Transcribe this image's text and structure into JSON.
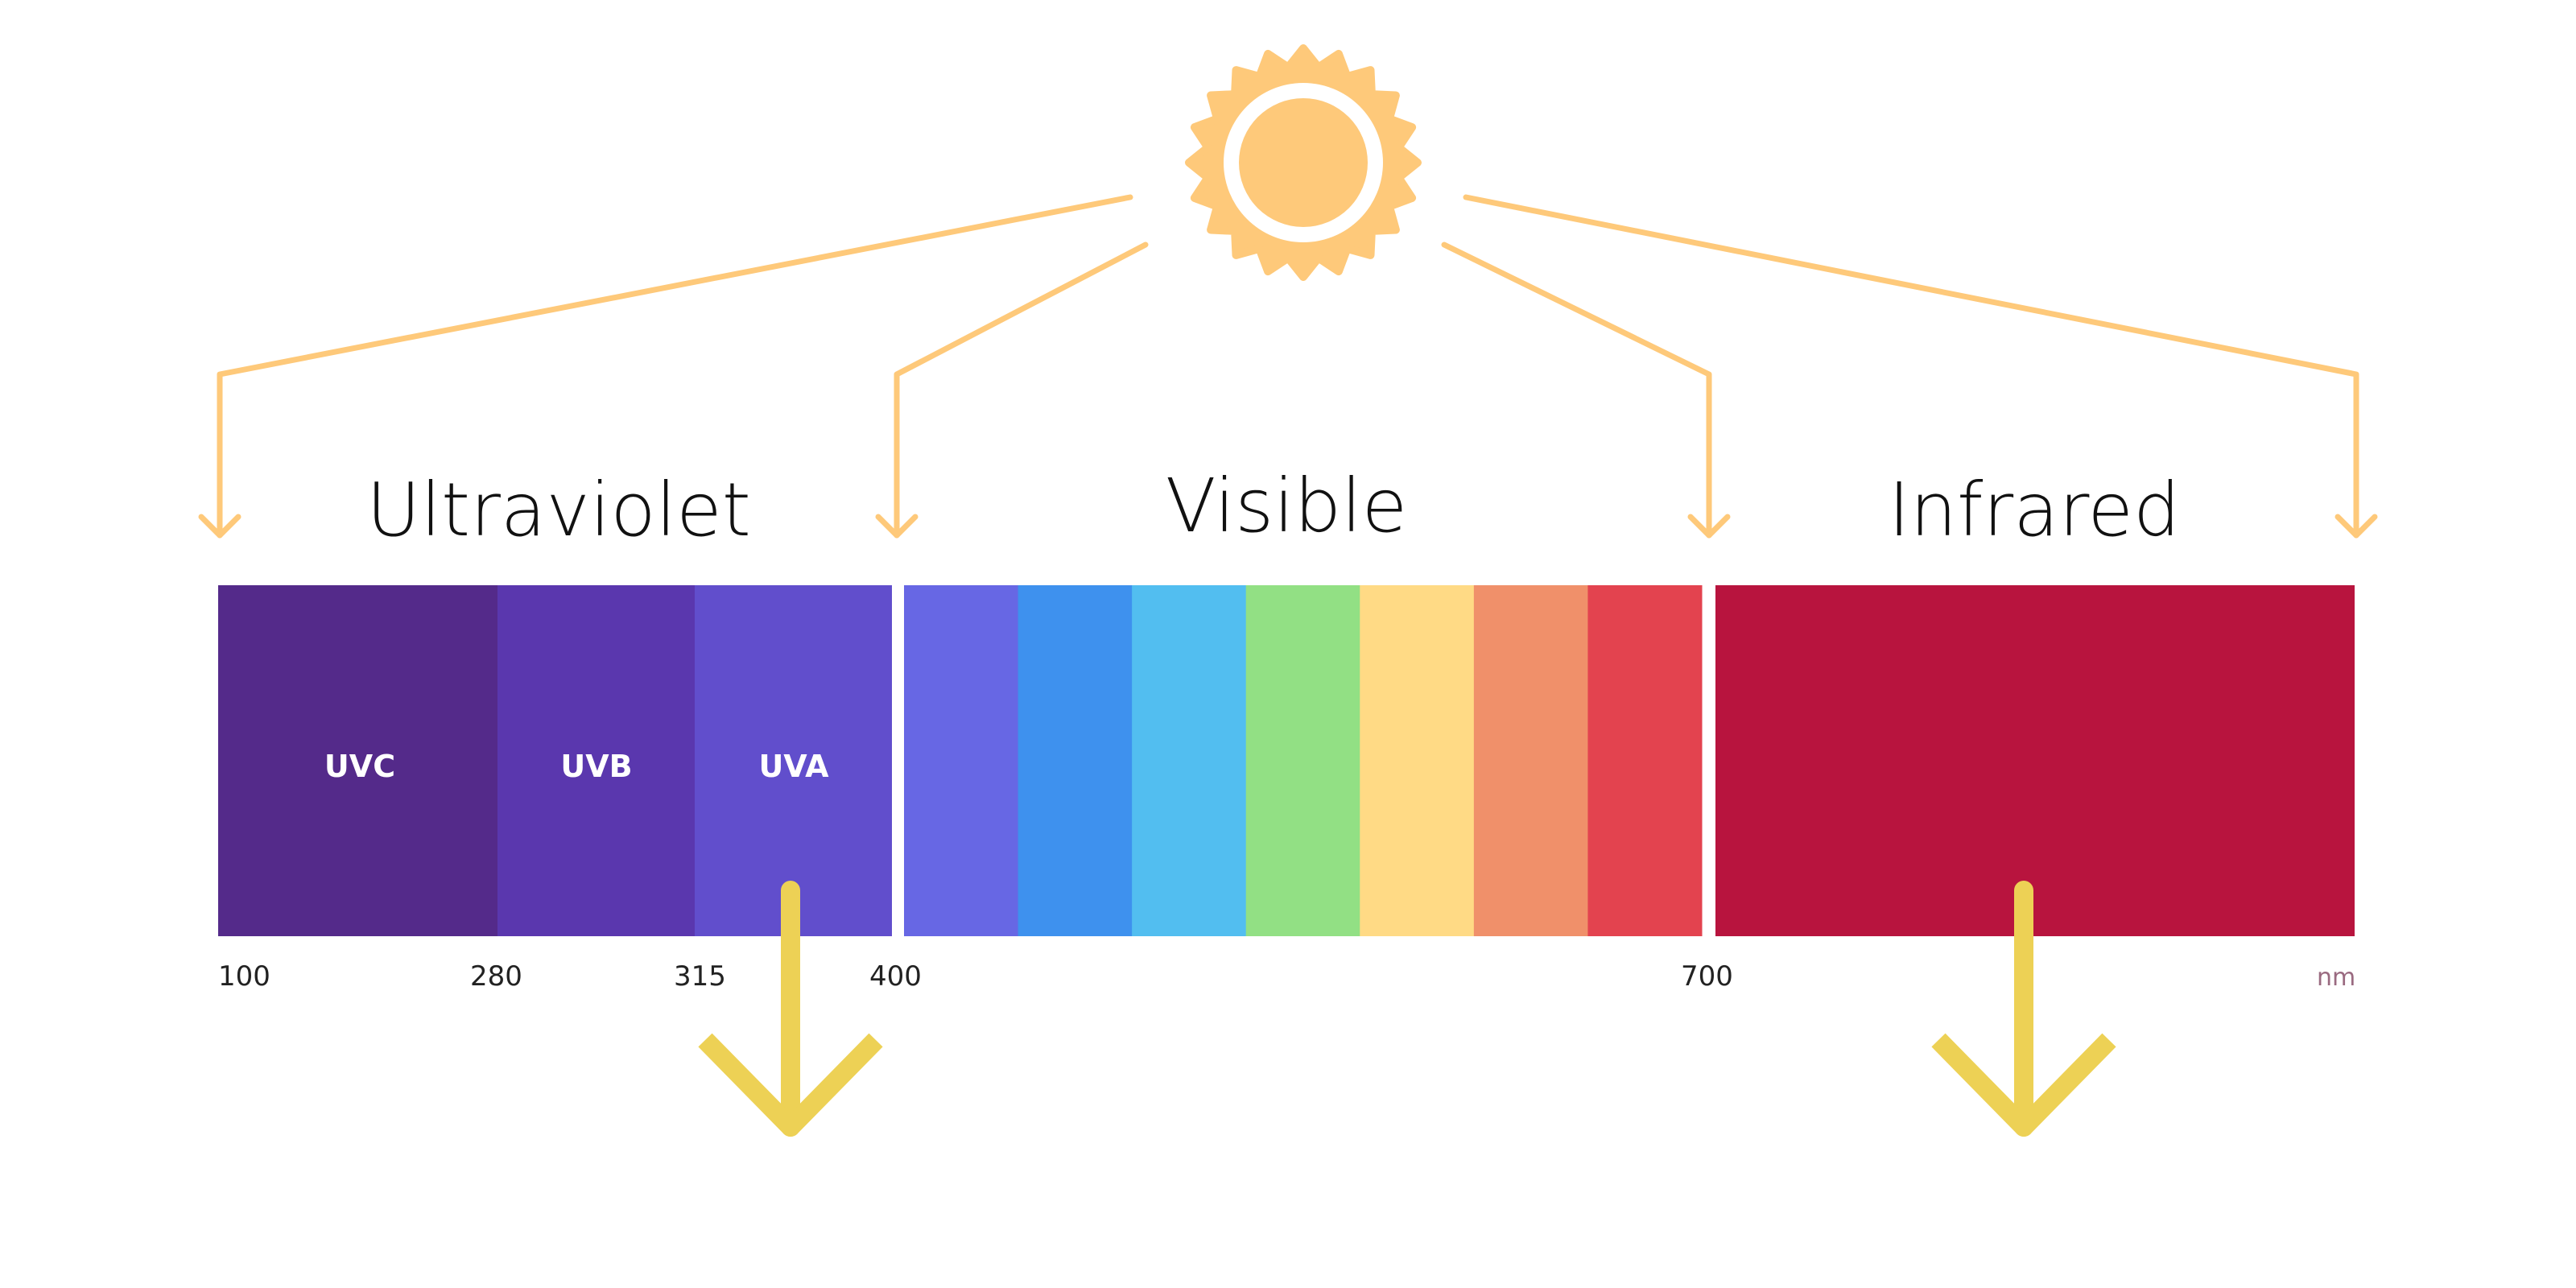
{
  "regions": [
    {
      "label": "Ultraviolet",
      "color": "#542A8A"
    },
    {
      "label": "Visible"
    },
    {
      "label": "Infrared",
      "color": "#B8143E"
    }
  ],
  "uv_bands": [
    {
      "label": "UVC",
      "color": "#542A8A"
    },
    {
      "label": "UVB",
      "color": "#5A37AE"
    },
    {
      "label": "UVA",
      "color": "#614ECC"
    }
  ],
  "visible_colors": [
    "#6767E4",
    "#3E91EE",
    "#52BEF0",
    "#92E084",
    "#FFDA85",
    "#F0906A",
    "#E3434F"
  ],
  "ticks": [
    "100",
    "280",
    "315",
    "400",
    "700"
  ],
  "unit": "nm",
  "colors": {
    "sun": "#FEC97A",
    "arrow": "#EDD155"
  }
}
